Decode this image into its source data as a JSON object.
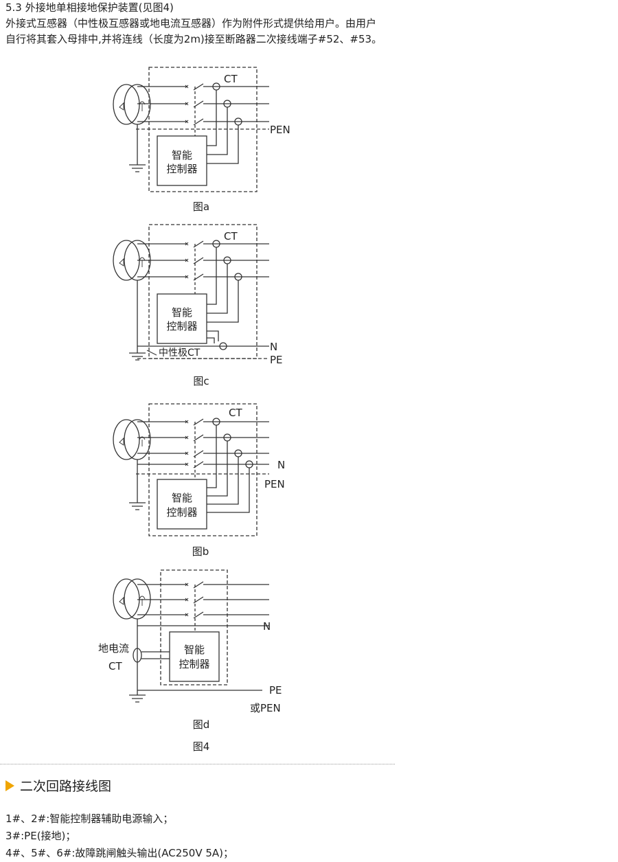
{
  "intro": {
    "heading": "5.3 外接地单相接地保护装置(见图4)",
    "line1": "外接式互感器（中性极互感器或地电流互感器）作为附件形式提供给用户。由用户",
    "line2": "自行将其套入母排中,并将连线（长度为2m)接至断路器二次接线端子#52、#53。"
  },
  "diagram_labels": {
    "ct": "CT",
    "pen": "PEN",
    "n": "N",
    "pe": "PE",
    "neutral_ct": "中性极CT",
    "controller_line1": "智能",
    "controller_line2": "控制器",
    "ground_ct_line1": "地电流",
    "ground_ct_line2": "CT",
    "pe_or_pen": "或PEN",
    "caption_a": "图a",
    "caption_c": "图c",
    "caption_b": "图b",
    "caption_d": "图d",
    "figure_caption": "图4"
  },
  "section": {
    "title": "二次回路接线图",
    "accent_color": "#f0a500"
  },
  "notes": [
    "1#、2#:智能控制器辅助电源输入；",
    "3#:PE(接地)；",
    "4#、5#、6#:故障跳闸触头输出(AC250V  5A)；"
  ]
}
